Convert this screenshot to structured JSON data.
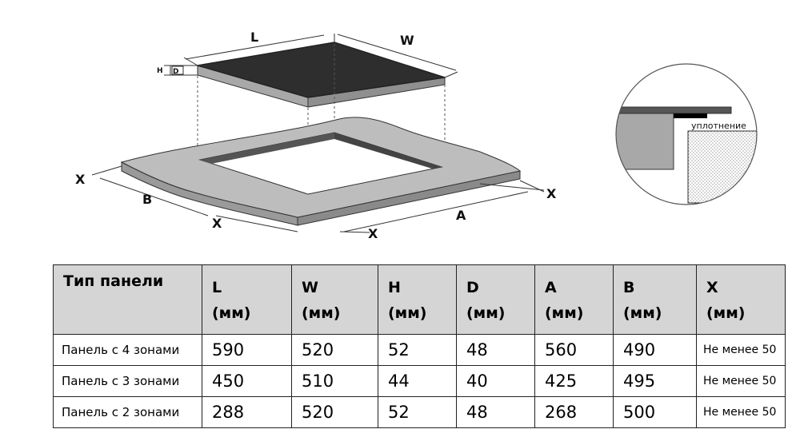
{
  "diagram": {
    "labels": {
      "L": "L",
      "W": "W",
      "H": "H",
      "D": "D",
      "B": "B",
      "A": "A",
      "X": "X"
    },
    "seal_label": "уплотнение",
    "colors": {
      "hob_top": "#2e2e2e",
      "hob_side": "#a8a8a8",
      "countertop": "#bdbdbd",
      "countertop_side": "#9a9a9a",
      "cutout_edge": "#555555",
      "seal": "#000000",
      "cabinet_dots": "#888888"
    }
  },
  "table": {
    "header_first": "Тип панели",
    "columns": [
      {
        "name": "L",
        "unit": "(мм)"
      },
      {
        "name": "W",
        "unit": "(мм)"
      },
      {
        "name": "H",
        "unit": "(мм)"
      },
      {
        "name": "D",
        "unit": "(мм)"
      },
      {
        "name": "A",
        "unit": "(мм)"
      },
      {
        "name": "B",
        "unit": "(мм)"
      },
      {
        "name": "X",
        "unit": "(мм)"
      }
    ],
    "rows": [
      {
        "name": "Панель с 4 зонами",
        "L": "590",
        "W": "520",
        "H": "52",
        "D": "48",
        "A": "560",
        "B": "490",
        "X": "Не менее 50"
      },
      {
        "name": "Панель с 3 зонами",
        "L": "450",
        "W": "510",
        "H": "44",
        "D": "40",
        "A": "425",
        "B": "495",
        "X": "Не менее 50"
      },
      {
        "name": "Панель с 2 зонами",
        "L": "288",
        "W": "520",
        "H": "52",
        "D": "48",
        "A": "268",
        "B": "500",
        "X": "Не менее 50"
      }
    ]
  }
}
